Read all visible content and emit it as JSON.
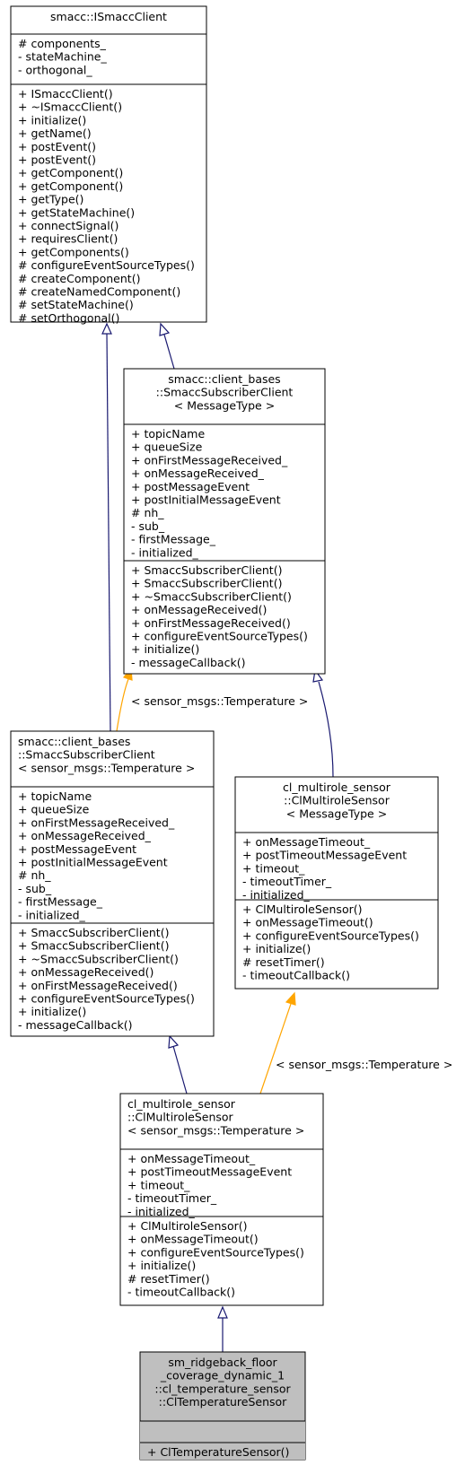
{
  "classes": {
    "ismacc_client": {
      "title": [
        "smacc::ISmaccClient"
      ],
      "attributes": [
        "# components_",
        "- stateMachine_",
        "- orthogonal_"
      ],
      "methods": [
        "+ ISmaccClient()",
        "+ ~ISmaccClient()",
        "+ initialize()",
        "+ getName()",
        "+ postEvent()",
        "+ postEvent()",
        "+ getComponent()",
        "+ getComponent()",
        "+ getType()",
        "+ getStateMachine()",
        "+ connectSignal()",
        "+ requiresClient()",
        "+ getComponents()",
        "# configureEventSourceTypes()",
        "# createComponent()",
        "# createNamedComponent()",
        "# setStateMachine()",
        "# setOrthogonal()"
      ]
    },
    "subscriber_template": {
      "title": [
        "smacc::client_bases",
        "::SmaccSubscriberClient",
        "< MessageType >"
      ],
      "attributes": [
        "+ topicName",
        "+ queueSize",
        "+ onFirstMessageReceived_",
        "+ onMessageReceived_",
        "+ postMessageEvent",
        "+ postInitialMessageEvent",
        "# nh_",
        "- sub_",
        "- firstMessage_",
        "- initialized_"
      ],
      "methods": [
        "+ SmaccSubscriberClient()",
        "+ SmaccSubscriberClient()",
        "+ ~SmaccSubscriberClient()",
        "+ onMessageReceived()",
        "+ onFirstMessageReceived()",
        "+ configureEventSourceTypes()",
        "+ initialize()",
        "- messageCallback()"
      ]
    },
    "subscriber_temperature": {
      "title": [
        "smacc::client_bases",
        "::SmaccSubscriberClient",
        "< sensor_msgs::Temperature >"
      ],
      "attributes": [
        "+ topicName",
        "+ queueSize",
        "+ onFirstMessageReceived_",
        "+ onMessageReceived_",
        "+ postMessageEvent",
        "+ postInitialMessageEvent",
        "# nh_",
        "- sub_",
        "- firstMessage_",
        "- initialized_"
      ],
      "methods": [
        "+ SmaccSubscriberClient()",
        "+ SmaccSubscriberClient()",
        "+ ~SmaccSubscriberClient()",
        "+ onMessageReceived()",
        "+ onFirstMessageReceived()",
        "+ configureEventSourceTypes()",
        "+ initialize()",
        "- messageCallback()"
      ]
    },
    "multirole_template": {
      "title": [
        "cl_multirole_sensor",
        "::ClMultiroleSensor",
        "< MessageType >"
      ],
      "attributes": [
        "+ onMessageTimeout_",
        "+ postTimeoutMessageEvent",
        "+ timeout_",
        "- timeoutTimer_",
        "- initialized_"
      ],
      "methods": [
        "+ ClMultiroleSensor()",
        "+ onMessageTimeout()",
        "+ configureEventSourceTypes()",
        "+ initialize()",
        "# resetTimer()",
        "- timeoutCallback()"
      ]
    },
    "multirole_temperature": {
      "title": [
        "cl_multirole_sensor",
        "::ClMultiroleSensor",
        "< sensor_msgs::Temperature >"
      ],
      "attributes": [
        "+ onMessageTimeout_",
        "+ postTimeoutMessageEvent",
        "+ timeout_",
        "- timeoutTimer_",
        "- initialized_"
      ],
      "methods": [
        "+ ClMultiroleSensor()",
        "+ onMessageTimeout()",
        "+ configureEventSourceTypes()",
        "+ initialize()",
        "# resetTimer()",
        "- timeoutCallback()"
      ]
    },
    "temperature_sensor": {
      "title": [
        "sm_ridgeback_floor",
        "_coverage_dynamic_1",
        "::cl_temperature_sensor",
        "::ClTemperatureSensor"
      ],
      "attributes": [],
      "methods": [
        "+ ClTemperatureSensor()"
      ]
    }
  },
  "edge_labels": {
    "subscriber_binding": "< sensor_msgs::Temperature >",
    "multirole_binding": "< sensor_msgs::Temperature >"
  },
  "colors": {
    "inheritance_edge": "#191970",
    "template_binding_edge": "#ffa500",
    "highlight_fill": "#bfbfbf"
  }
}
